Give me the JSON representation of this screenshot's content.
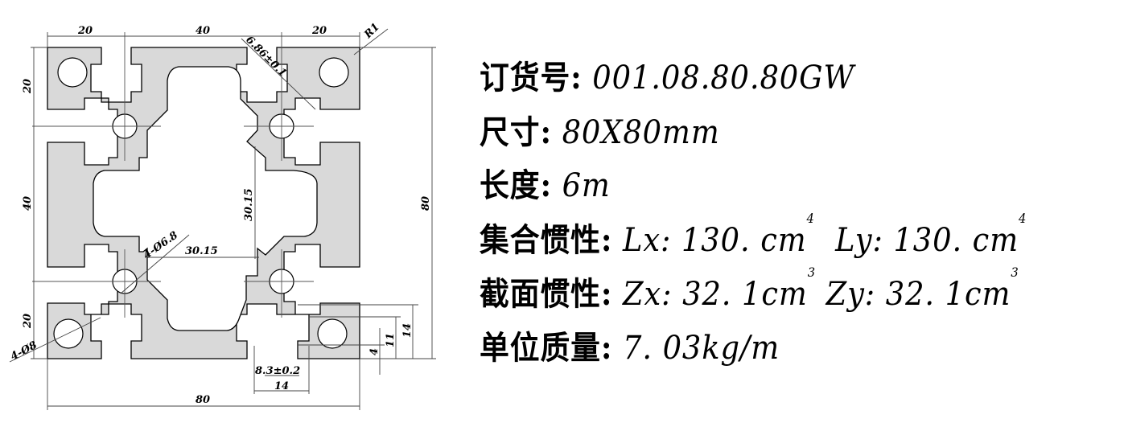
{
  "drawing": {
    "title": "80x80 aluminium profile cross-section",
    "fill_color": "#d9d9d9",
    "line_color": "#000000",
    "dims": {
      "top_left": "20",
      "top_mid": "40",
      "top_right": "20",
      "radius": "R1",
      "slot_wall": "6.86±0.1",
      "left_top": "20",
      "left_mid": "40",
      "left_bottom": "20",
      "right_total": "80",
      "inner_vertical": "30.15",
      "inner_horizontal": "30.15",
      "center_hole": "4-Ø6.8",
      "corner_hole": "4-Ø8",
      "bottom_total": "80",
      "slot_width": "8.3±0.2",
      "slot_outer": "14",
      "slot_lip": "4",
      "slot_depth_mid": "11",
      "slot_depth": "14"
    }
  },
  "specs": [
    {
      "label": "订货号:",
      "value": "001.08.80.80GW"
    },
    {
      "label": "尺寸:",
      "value": "80X80mm"
    },
    {
      "label": "长度:",
      "value": "6m"
    },
    {
      "label": "集合惯性:",
      "value": "Lx: 130. cm",
      "sup": "4",
      "value2": "Ly: 130. cm",
      "sup2": "4"
    },
    {
      "label": "截面惯性:",
      "value": "Zx: 32. 1cm",
      "sup": "3",
      "value2": "Zy: 32. 1cm",
      "sup2": "3"
    },
    {
      "label": "单位质量:",
      "value": "7. 03kg/m"
    }
  ]
}
